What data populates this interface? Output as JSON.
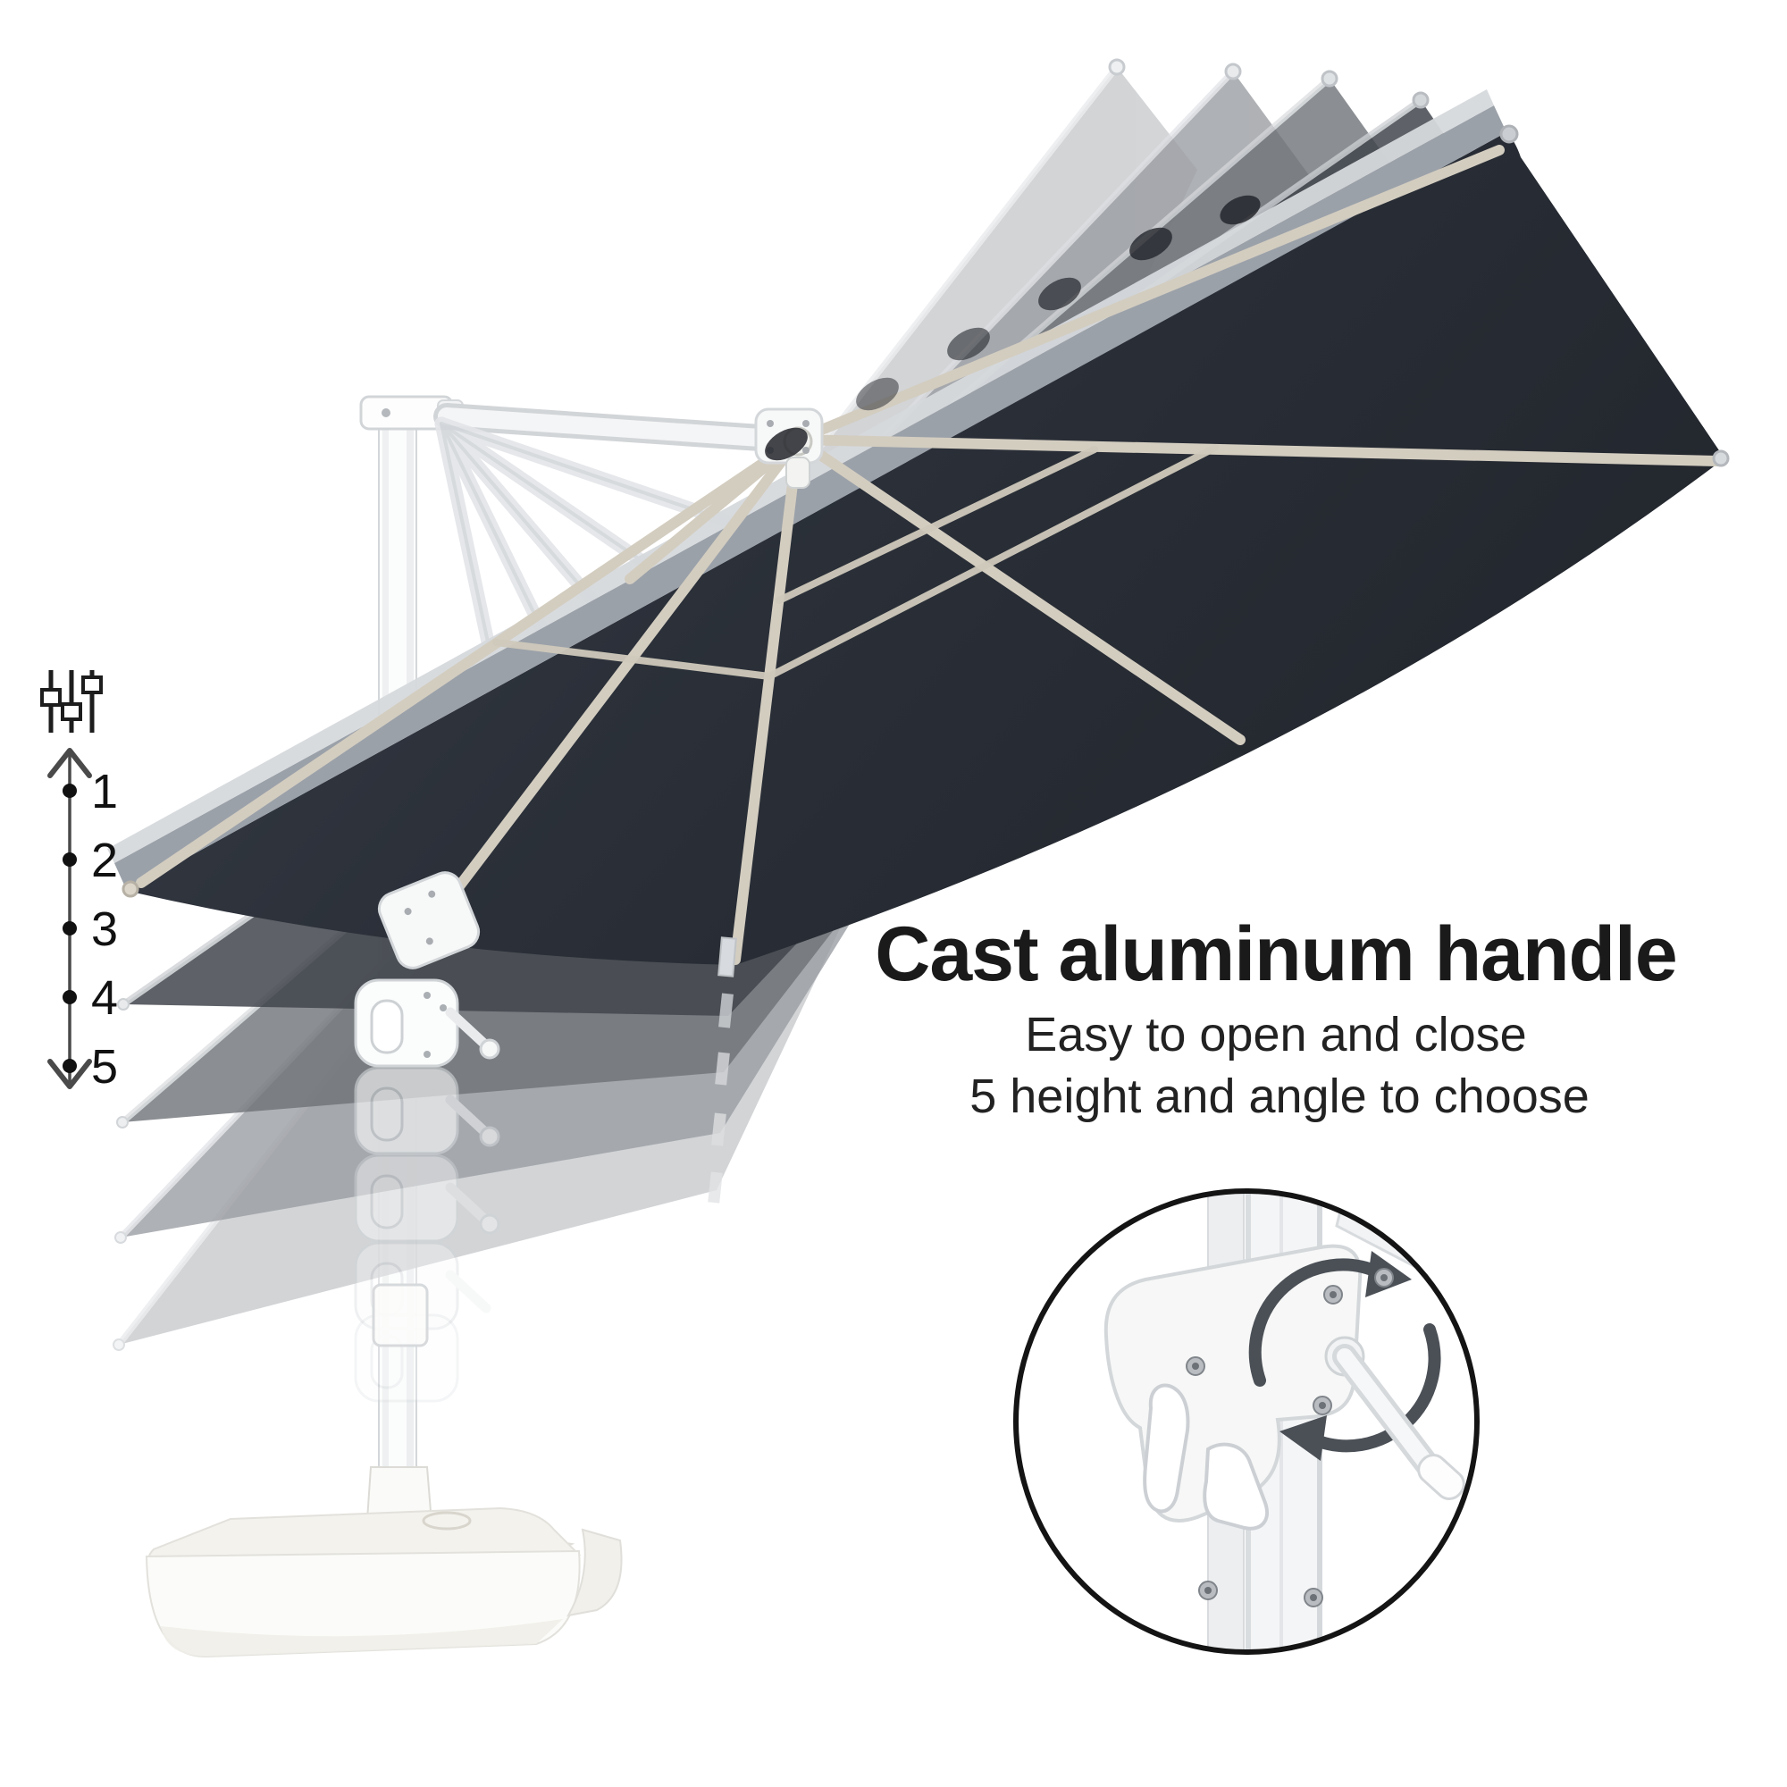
{
  "image": {
    "background": "#ffffff",
    "description": "Cantilever patio umbrella shown at five height and tilt positions with a crank handle close-up inset"
  },
  "headline": {
    "title": "Cast aluminum handle",
    "subtitle_line1": "Easy to open and close",
    "subtitle_line2": "5 height and angle to choose",
    "text_color": "#1a1a1a"
  },
  "height_scale": {
    "labels": [
      "1",
      "2",
      "3",
      "4",
      "5"
    ],
    "icon": "sliders-icon",
    "line_color": "#4a4a4a",
    "dot_color": "#111111"
  },
  "umbrella": {
    "type": "offset cantilever umbrella",
    "canopy_color": "#2b3039",
    "canopy_top_edge_color": "#9ba1a9",
    "ghost_layer_colors": [
      "#42464d",
      "#6f7378",
      "#9b9ea3",
      "#c8cacd"
    ],
    "rib_color": "#d3cdc0",
    "pole_color": "#ffffff",
    "base_color": "#f8f7f3",
    "positions_shown": 5
  },
  "detail_inset": {
    "subject": "cast aluminum crank handle close-up",
    "border_color": "#141414",
    "body_color": "#f6f7f6",
    "rotation_arrow_color": "#4b5057"
  }
}
